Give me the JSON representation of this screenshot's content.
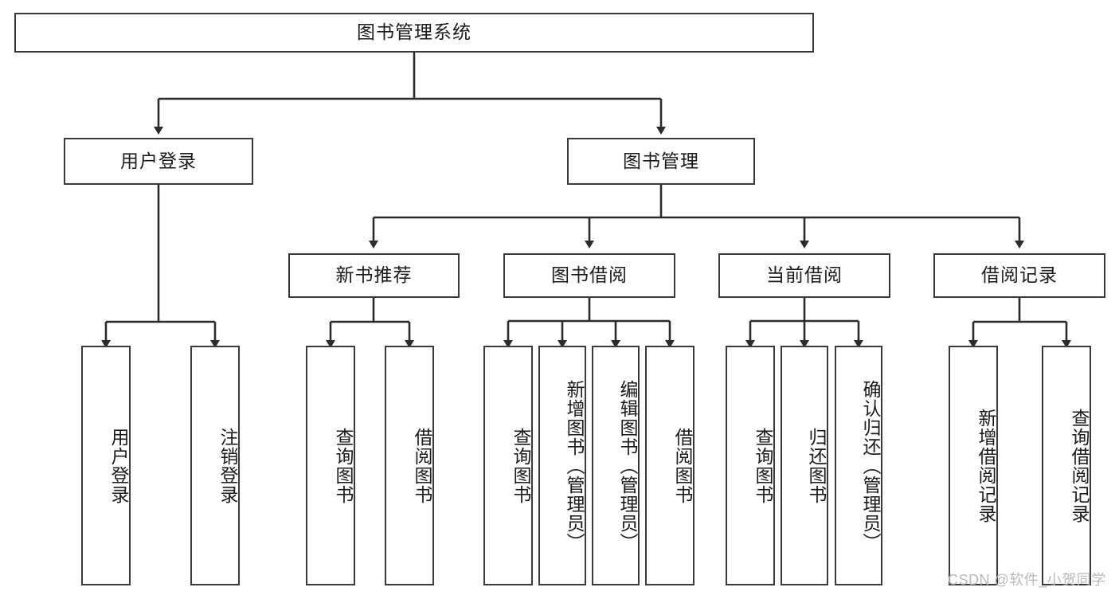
{
  "diagram": {
    "type": "hierarchy-tree",
    "title": "图书管理系统",
    "orientation": "top-down",
    "colors": {
      "box_border": "#3a3a3a",
      "box_fill": "#ffffff",
      "edge": "#2b2b2b",
      "text": "#1a1a1a",
      "watermark": "#b9b9b9"
    },
    "root": {
      "label": "图书管理系统"
    },
    "level2": [
      {
        "id": "user-login",
        "label": "用户登录"
      },
      {
        "id": "book-management",
        "label": "图书管理"
      }
    ],
    "level3": [
      {
        "id": "new-book-recommend",
        "label": "新书推荐"
      },
      {
        "id": "book-borrow",
        "label": "图书借阅"
      },
      {
        "id": "current-borrow",
        "label": "当前借阅"
      },
      {
        "id": "borrow-record",
        "label": "借阅记录"
      }
    ],
    "leaves": {
      "user_login": [
        {
          "id": "leaf-user-login",
          "label": "用户登录"
        },
        {
          "id": "leaf-logout-login",
          "label": "注销登录"
        }
      ],
      "new_book_recommend": [
        {
          "id": "leaf-query-book-1",
          "label": "查询图书"
        },
        {
          "id": "leaf-borrow-book-1",
          "label": "借阅图书"
        }
      ],
      "book_borrow": [
        {
          "id": "leaf-query-book-2",
          "label": "查询图书"
        },
        {
          "id": "leaf-add-book",
          "label": "新增图书（管理员）"
        },
        {
          "id": "leaf-edit-book",
          "label": "编辑图书（管理员）"
        },
        {
          "id": "leaf-borrow-book-2",
          "label": "借阅图书"
        }
      ],
      "current_borrow": [
        {
          "id": "leaf-query-book-3",
          "label": "查询图书"
        },
        {
          "id": "leaf-return-book",
          "label": "归还图书"
        },
        {
          "id": "leaf-confirm-return",
          "label": "确认归还（管理员）"
        }
      ],
      "borrow_record": [
        {
          "id": "leaf-add-record",
          "label": "新增借阅记录"
        },
        {
          "id": "leaf-query-record",
          "label": "查询借阅记录"
        }
      ]
    },
    "watermark": "CSDN @软件_小贺同学"
  }
}
